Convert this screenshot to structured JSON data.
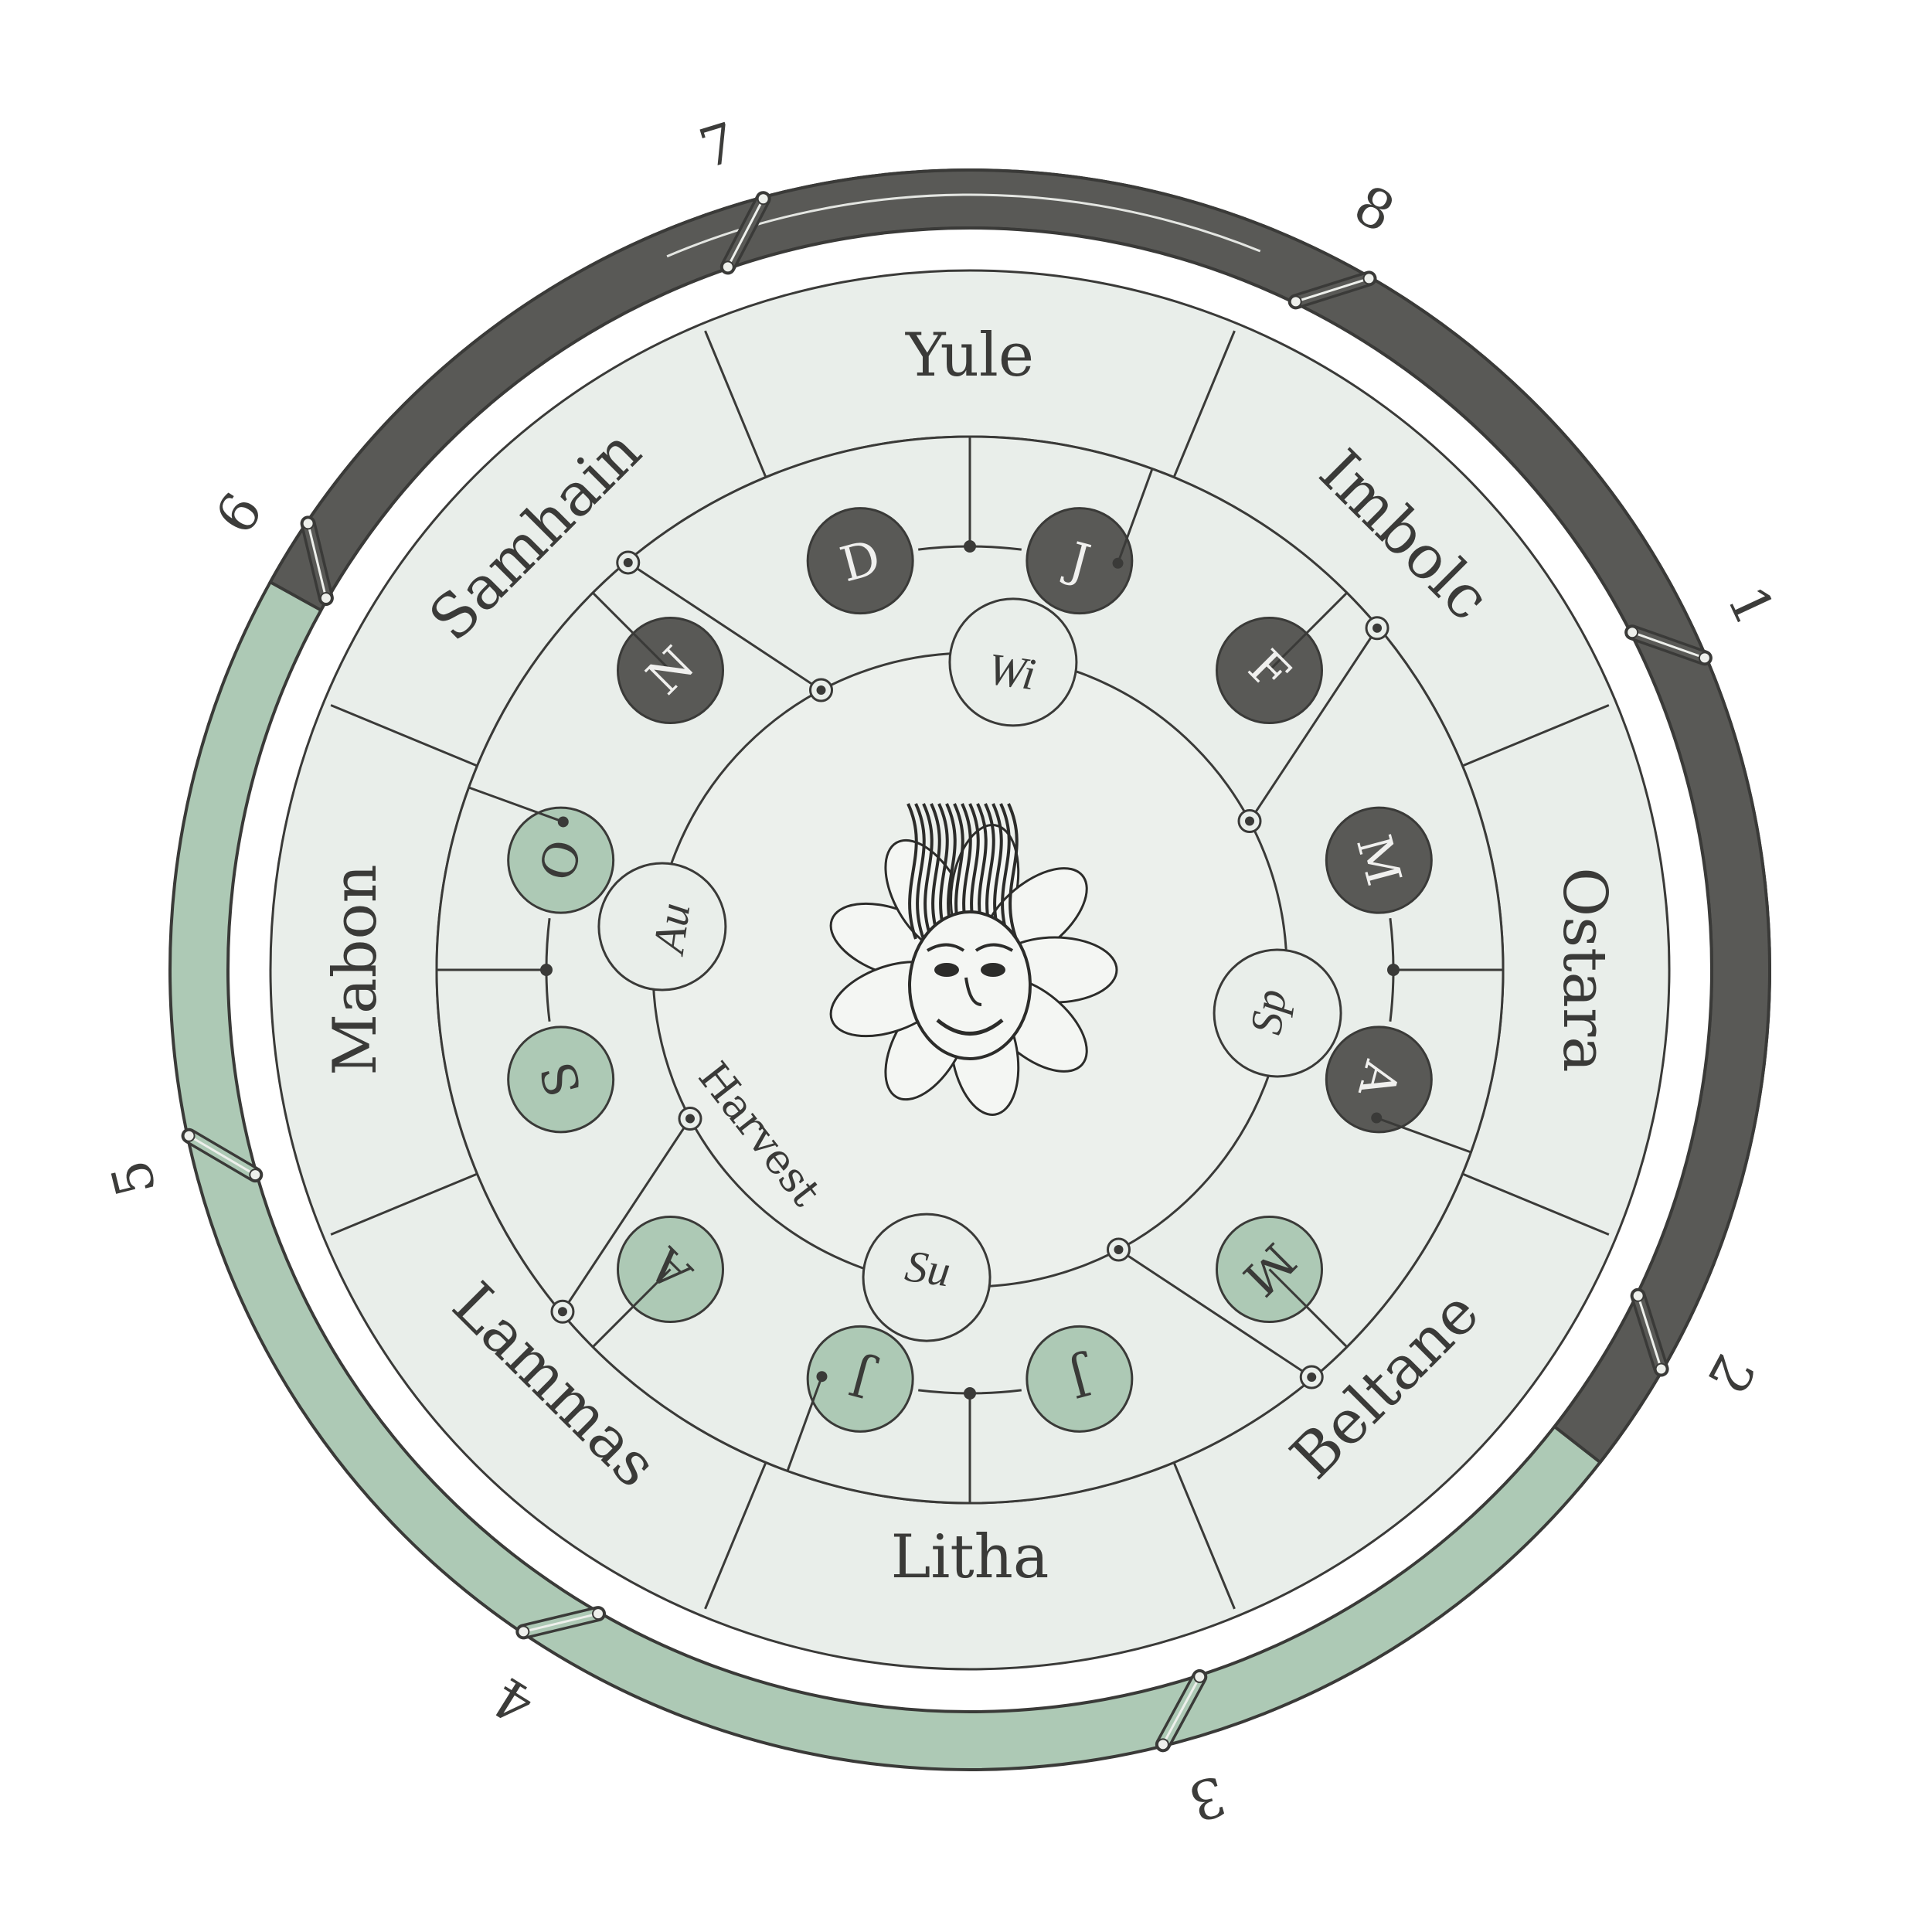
{
  "colors": {
    "dark": "#595956",
    "green": "#adc9b5",
    "pale": "#e9eeea",
    "line": "#3a3a38",
    "white": "#ffffff"
  },
  "outer_numbers": [
    "1",
    "2",
    "3",
    "4",
    "5",
    "6",
    "7",
    "8"
  ],
  "sabbats": [
    {
      "name": "Yule",
      "angle": 0
    },
    {
      "name": "Imbolc",
      "angle": 45
    },
    {
      "name": "Ostara",
      "angle": 90
    },
    {
      "name": "Beltane",
      "angle": 135
    },
    {
      "name": "Litha",
      "angle": 180
    },
    {
      "name": "Lammas",
      "angle": 225
    },
    {
      "name": "Mabon",
      "angle": 270
    },
    {
      "name": "Samhain",
      "angle": 315
    }
  ],
  "months": [
    {
      "letter": "D",
      "angle": -15,
      "season": "dark"
    },
    {
      "letter": "J",
      "angle": 15,
      "season": "dark"
    },
    {
      "letter": "F",
      "angle": 45,
      "season": "dark"
    },
    {
      "letter": "M",
      "angle": 75,
      "season": "dark"
    },
    {
      "letter": "A",
      "angle": 105,
      "season": "dark"
    },
    {
      "letter": "M",
      "angle": 135,
      "season": "light"
    },
    {
      "letter": "J",
      "angle": 165,
      "season": "light"
    },
    {
      "letter": "J",
      "angle": 195,
      "season": "light"
    },
    {
      "letter": "A",
      "angle": 225,
      "season": "light"
    },
    {
      "letter": "S",
      "angle": 255,
      "season": "light"
    },
    {
      "letter": "O",
      "angle": 285,
      "season": "light"
    },
    {
      "letter": "N",
      "angle": 315,
      "season": "dark"
    }
  ],
  "seasons": [
    {
      "label": "Wi",
      "angle": 8
    },
    {
      "label": "Sp",
      "angle": 98
    },
    {
      "label": "Su",
      "angle": 188
    },
    {
      "label": "Au",
      "angle": 278
    }
  ],
  "harvest_label": "Harvest",
  "center_emblem": "green-man-face"
}
